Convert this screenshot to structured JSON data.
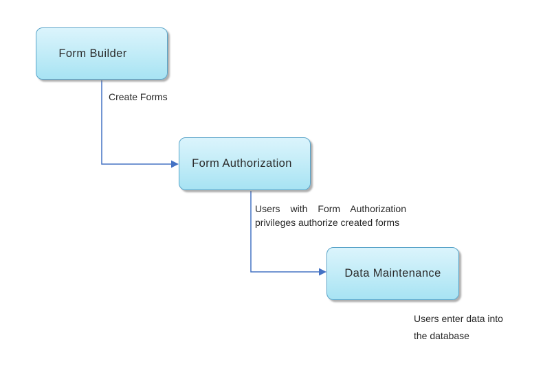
{
  "diagram": {
    "type": "flowchart",
    "nodes": [
      {
        "id": "form-builder",
        "label": "Form Builder"
      },
      {
        "id": "form-authorization",
        "label": "Form Authorization"
      },
      {
        "id": "data-maintenance",
        "label": "Data Maintenance"
      }
    ],
    "edges": [
      {
        "from": "form-builder",
        "to": "form-authorization",
        "label": "Create Forms"
      },
      {
        "from": "form-authorization",
        "to": "data-maintenance",
        "label": "Users with Form Authorization privileges authorize created forms"
      }
    ],
    "annotation": "Users enter data into the database",
    "colors": {
      "node_fill_top": "#dbf4fc",
      "node_fill_bottom": "#a7e3f3",
      "node_border": "#58a3c8",
      "connector": "#4472c4",
      "text": "#262626",
      "background": "#ffffff"
    }
  }
}
